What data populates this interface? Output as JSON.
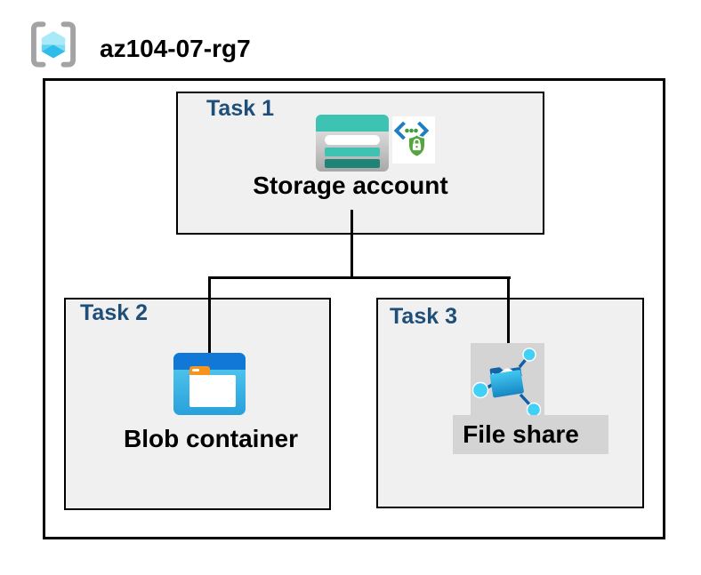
{
  "header": {
    "icon": "resource-group-icon",
    "title": "az104-07-rg7"
  },
  "resource_group": {
    "tasks": [
      {
        "label": "Task 1",
        "item": {
          "name": "Storage account",
          "icons": [
            "storage-account-icon",
            "secure-access-signature-icon"
          ]
        }
      },
      {
        "label": "Task 2",
        "item": {
          "name": "Blob container",
          "icons": [
            "blob-container-icon"
          ]
        }
      },
      {
        "label": "Task 3",
        "item": {
          "name": "File share",
          "icons": [
            "file-share-icon"
          ]
        }
      }
    ],
    "connections": [
      {
        "from": "Storage account",
        "to": "Blob container"
      },
      {
        "from": "Storage account",
        "to": "File share"
      }
    ]
  },
  "colors": {
    "task_label": "#1f4e79",
    "box_fill": "#f0f0f0",
    "border": "#000000",
    "connector": "#000000",
    "storage_teal": "#3ec3b2",
    "storage_teal_dark": "#1f8478",
    "blob_header_blue": "#1178d7",
    "blob_body_blue": "#28a0db",
    "folder_tab_orange": "#f7941e",
    "file_share_dark_blue": "#1464a5",
    "file_share_cyan": "#41d0f6",
    "shield_green": "#55a63c",
    "bracket_blue": "#1f7ec3",
    "rg_bracket_gray": "#a3a3a3",
    "highlight_gray": "#d4d4d4"
  }
}
